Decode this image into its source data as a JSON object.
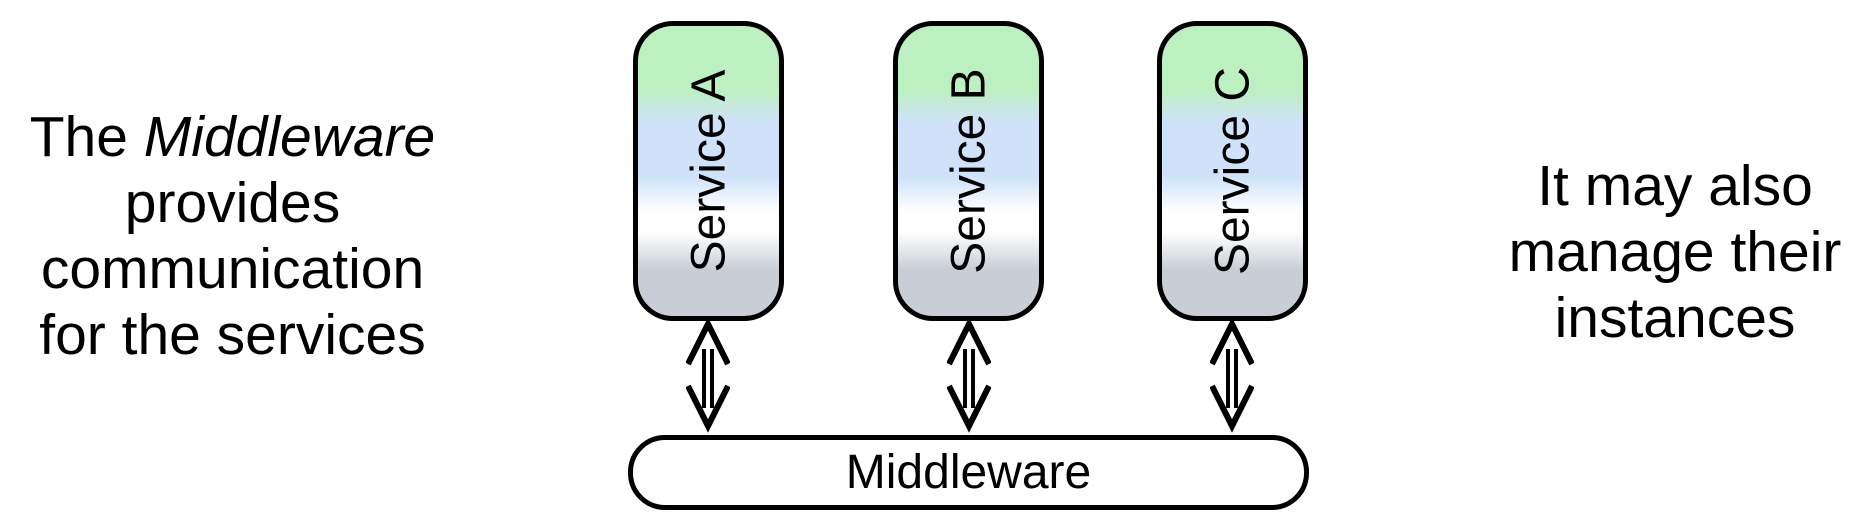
{
  "left_note": {
    "line1_prefix": "The ",
    "line1_italic": "Middleware",
    "line2": "provides",
    "line3": "communication",
    "line4": "for the services"
  },
  "right_note": {
    "line1": "It may also",
    "line2": "manage their",
    "line3": "instances"
  },
  "services": [
    {
      "label": "Service A"
    },
    {
      "label": "Service B"
    },
    {
      "label": "Service C"
    }
  ],
  "middleware": {
    "label": "Middleware"
  },
  "arrows": {
    "type": "double-line double-headed vertical arrow",
    "count": 3
  },
  "colors": {
    "service_gradient_green": "#bdf0c0",
    "service_gradient_blue": "#cfe2fa",
    "service_gradient_white": "#ffffff",
    "service_gradient_gray": "#c9ced6",
    "stroke": "#000000",
    "text": "#000000",
    "background": "#ffffff"
  }
}
